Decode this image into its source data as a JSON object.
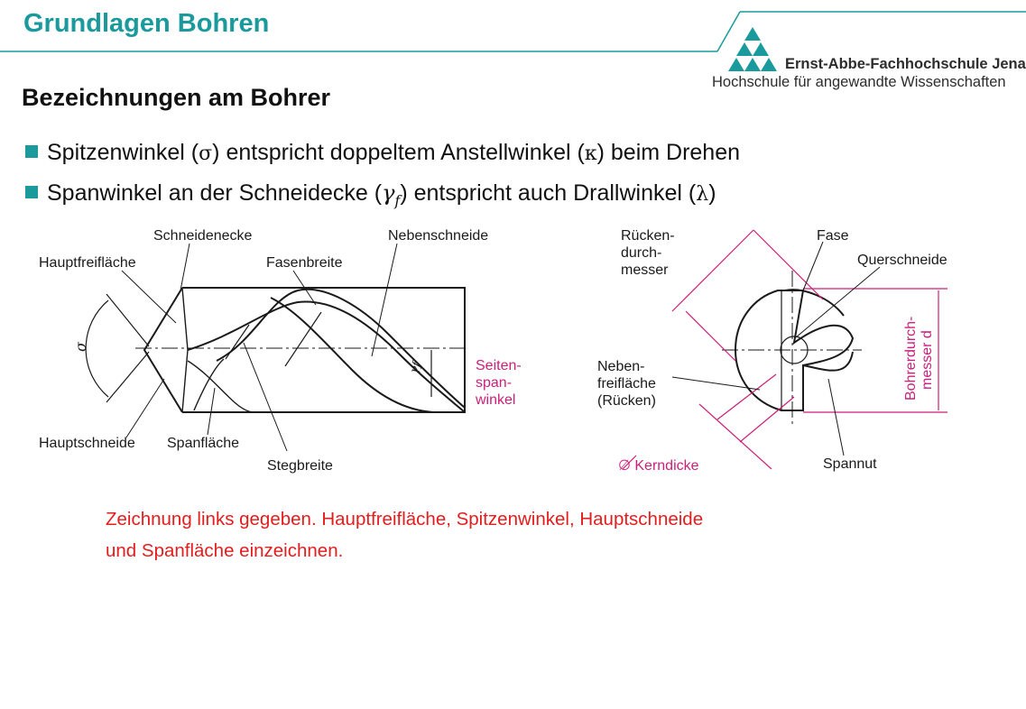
{
  "header": {
    "title": "Grundlagen Bohren",
    "logo_name": "Ernst-Abbe-Fachhochschule Jena",
    "logo_subtitle": "Hochschule für angewandte Wissenschaften",
    "accent_color": "#1a9a9d"
  },
  "section_title": "Bezeichnungen am Bohrer",
  "bullets": [
    {
      "pre": "Spitzenwinkel (",
      "sym1": "σ",
      "mid": ") entspricht doppeltem Anstellwinkel (",
      "sym2": "κ",
      "post": ") beim Drehen"
    },
    {
      "pre": "Spanwinkel an der Schneidecke (",
      "sym1": "γ",
      "sub": "f",
      "mid": ") entspricht auch Drallwinkel (",
      "sym2": "λ",
      "post": ")"
    }
  ],
  "left_diagram": {
    "labels": {
      "schneidenecke": "Schneidenecke",
      "nebenschneide": "Nebenschneide",
      "hauptfreiflaeche": "Hauptfreifläche",
      "fasenbreite": "Fasenbreite",
      "sigma": "σ",
      "gamma_f": "γf",
      "seitenspanwinkel_1": "Seiten-",
      "seitenspanwinkel_2": "span-",
      "seitenspanwinkel_3": "winkel",
      "hauptschneide": "Hauptschneide",
      "spanflaeche": "Spanfläche",
      "stegbreite": "Stegbreite"
    }
  },
  "right_diagram": {
    "labels": {
      "rueckendurchmesser_1": "Rücken-",
      "rueckendurchmesser_2": "durch-",
      "rueckendurchmesser_3": "messer",
      "fase": "Fase",
      "querschneide": "Querschneide",
      "nebenfreiflaeche_1": "Neben-",
      "nebenfreiflaeche_2": "freifläche",
      "nebenfreiflaeche_3": "(Rücken)",
      "kerndicke": "∅ Kerndicke",
      "spannut": "Spannut",
      "bohrerdurchmesser_1": "Bohrerdurch-",
      "bohrerdurchmesser_2": "messer d"
    }
  },
  "note": {
    "line1": "Zeichnung links gegeben. Hauptfreifläche, Spitzenwinkel, Hauptschneide",
    "line2": "und Spanfläche einzeichnen.",
    "color": "#e31d1d"
  },
  "dimension_color": "#cc1f7a"
}
